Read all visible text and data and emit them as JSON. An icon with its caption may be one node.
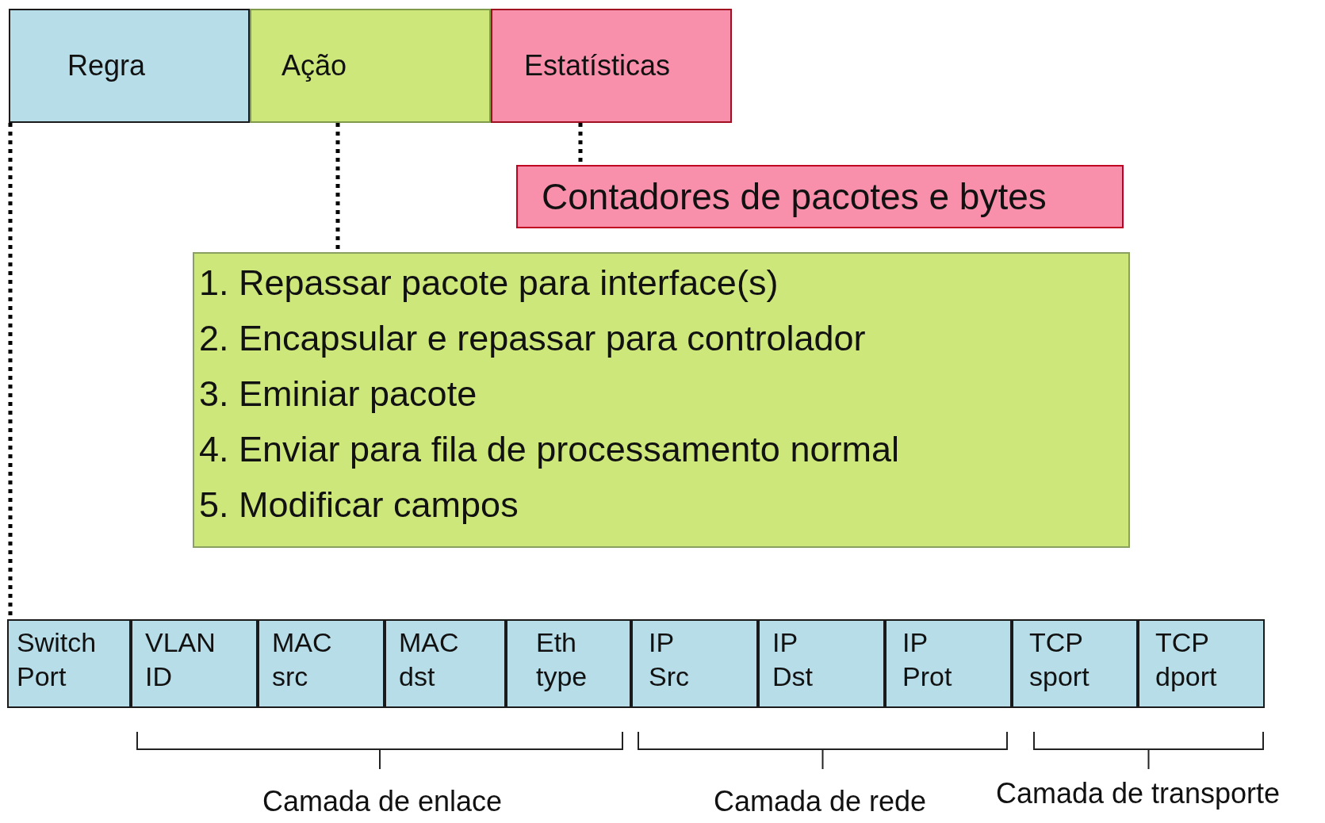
{
  "diagram": {
    "nodes": [
      {
        "text": [
          "Regra"
        ]
      },
      {
        "text": [
          "Ação"
        ]
      },
      {
        "text": [
          "Estatísticas"
        ]
      },
      {
        "text": [
          "Contadores de pacotes e bytes"
        ]
      },
      {
        "text": [
          "1. Repassar pacote para interface(s)",
          "2. Encapsular e repassar para controlador",
          "3. Eminiar pacote",
          "4. Enviar para fila de processamento normal",
          "5. Modificar campos"
        ]
      },
      {
        "text": [
          "Switch Port"
        ]
      },
      {
        "text": [
          "VLAN ID"
        ]
      },
      {
        "text": [
          "MAC src"
        ]
      },
      {
        "text": [
          "MAC dst"
        ]
      },
      {
        "text": [
          "Eth type"
        ]
      },
      {
        "text": [
          "IP Src"
        ]
      },
      {
        "text": [
          "IP Dst"
        ]
      },
      {
        "text": [
          "IP Prot"
        ]
      },
      {
        "text": [
          "TCP sport"
        ]
      },
      {
        "text": [
          "TCP dport"
        ]
      }
    ],
    "edges": [
      {
        "from": 0,
        "to": 5,
        "arrow": "none",
        "style": "dashed"
      },
      {
        "from": 1,
        "to": 4,
        "arrow": "none",
        "style": "dashed"
      },
      {
        "from": 2,
        "to": 3,
        "arrow": "none",
        "style": "dashed"
      }
    ],
    "labels": [
      "Camada de enlace",
      "Camada de rede",
      "Camada de transporte"
    ]
  }
}
